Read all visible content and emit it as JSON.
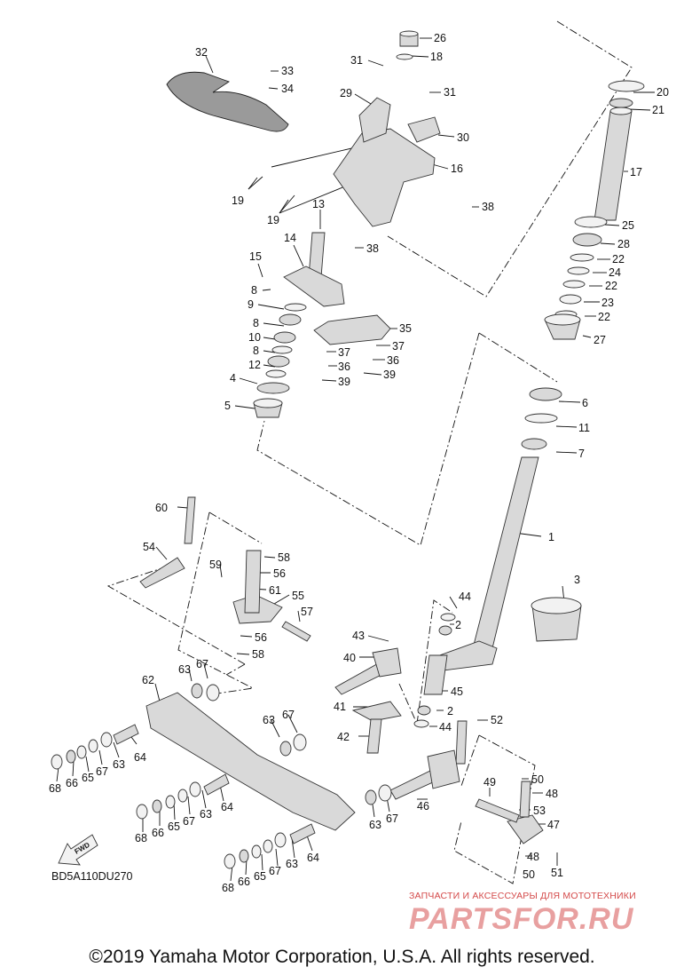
{
  "diagram_code": "BD5A110DU270",
  "fwd_label": "FWD",
  "watermark": {
    "tagline": "ЗАПЧАСТИ И АКСЕССУАРЫ ДЛЯ МОТОТЕХНИКИ",
    "brand": "PARTSFOR.RU"
  },
  "copyright": "©2019 Yamaha Motor Corporation, U.S.A. All rights reserved.",
  "callouts": [
    {
      "id": "c26",
      "text": "26"
    },
    {
      "id": "c18",
      "text": "18"
    },
    {
      "id": "c31a",
      "text": "31"
    },
    {
      "id": "c32",
      "text": "32"
    },
    {
      "id": "c33",
      "text": "33"
    },
    {
      "id": "c34",
      "text": "34"
    },
    {
      "id": "c29",
      "text": "29"
    },
    {
      "id": "c31b",
      "text": "31"
    },
    {
      "id": "c20",
      "text": "20"
    },
    {
      "id": "c21",
      "text": "21"
    },
    {
      "id": "c30",
      "text": "30"
    },
    {
      "id": "c16",
      "text": "16"
    },
    {
      "id": "c17",
      "text": "17"
    },
    {
      "id": "c19a",
      "text": "19"
    },
    {
      "id": "c19b",
      "text": "19"
    },
    {
      "id": "c38a",
      "text": "38"
    },
    {
      "id": "c13",
      "text": "13"
    },
    {
      "id": "c25",
      "text": "25"
    },
    {
      "id": "c28",
      "text": "28"
    },
    {
      "id": "c14",
      "text": "14"
    },
    {
      "id": "c38b",
      "text": "38"
    },
    {
      "id": "c22a",
      "text": "22"
    },
    {
      "id": "c24",
      "text": "24"
    },
    {
      "id": "c15",
      "text": "15"
    },
    {
      "id": "c22b",
      "text": "22"
    },
    {
      "id": "c8a",
      "text": "8"
    },
    {
      "id": "c23",
      "text": "23"
    },
    {
      "id": "c9",
      "text": "9"
    },
    {
      "id": "c22c",
      "text": "22"
    },
    {
      "id": "c8b",
      "text": "8"
    },
    {
      "id": "c35",
      "text": "35"
    },
    {
      "id": "c27",
      "text": "27"
    },
    {
      "id": "c10",
      "text": "10"
    },
    {
      "id": "c37a",
      "text": "37"
    },
    {
      "id": "c8c",
      "text": "8"
    },
    {
      "id": "c37b",
      "text": "37"
    },
    {
      "id": "c36a",
      "text": "36"
    },
    {
      "id": "c36b",
      "text": "36"
    },
    {
      "id": "c12",
      "text": "12"
    },
    {
      "id": "c39a",
      "text": "39"
    },
    {
      "id": "c39b",
      "text": "39"
    },
    {
      "id": "c4",
      "text": "4"
    },
    {
      "id": "c6",
      "text": "6"
    },
    {
      "id": "c5",
      "text": "5"
    },
    {
      "id": "c11",
      "text": "11"
    },
    {
      "id": "c7",
      "text": "7"
    },
    {
      "id": "c60",
      "text": "60"
    },
    {
      "id": "c1",
      "text": "1"
    },
    {
      "id": "c54",
      "text": "54"
    },
    {
      "id": "c58a",
      "text": "58"
    },
    {
      "id": "c56a",
      "text": "56"
    },
    {
      "id": "c59",
      "text": "59"
    },
    {
      "id": "c61",
      "text": "61"
    },
    {
      "id": "c3",
      "text": "3"
    },
    {
      "id": "c55",
      "text": "55"
    },
    {
      "id": "c44a",
      "text": "44"
    },
    {
      "id": "c57",
      "text": "57"
    },
    {
      "id": "c2a",
      "text": "2"
    },
    {
      "id": "c56b",
      "text": "56"
    },
    {
      "id": "c43",
      "text": "43"
    },
    {
      "id": "c58b",
      "text": "58"
    },
    {
      "id": "c40",
      "text": "40"
    },
    {
      "id": "c63a",
      "text": "63"
    },
    {
      "id": "c67a",
      "text": "67"
    },
    {
      "id": "c62",
      "text": "62"
    },
    {
      "id": "c45",
      "text": "45"
    },
    {
      "id": "c41",
      "text": "41"
    },
    {
      "id": "c2b",
      "text": "2"
    },
    {
      "id": "c52",
      "text": "52"
    },
    {
      "id": "c63b",
      "text": "63"
    },
    {
      "id": "c67b",
      "text": "67"
    },
    {
      "id": "c44b",
      "text": "44"
    },
    {
      "id": "c42",
      "text": "42"
    },
    {
      "id": "c64a",
      "text": "64"
    },
    {
      "id": "c63c",
      "text": "63"
    },
    {
      "id": "c67c",
      "text": "67"
    },
    {
      "id": "c65a",
      "text": "65"
    },
    {
      "id": "c66a",
      "text": "66"
    },
    {
      "id": "c68a",
      "text": "68"
    },
    {
      "id": "c50a",
      "text": "50"
    },
    {
      "id": "c48a",
      "text": "48"
    },
    {
      "id": "c49",
      "text": "49"
    },
    {
      "id": "c46",
      "text": "46"
    },
    {
      "id": "c53",
      "text": "53"
    },
    {
      "id": "c64b",
      "text": "64"
    },
    {
      "id": "c63d",
      "text": "63"
    },
    {
      "id": "c67d",
      "text": "67"
    },
    {
      "id": "c65b",
      "text": "65"
    },
    {
      "id": "c66b",
      "text": "66"
    },
    {
      "id": "c68b",
      "text": "68"
    },
    {
      "id": "c63e",
      "text": "63"
    },
    {
      "id": "c67e",
      "text": "67"
    },
    {
      "id": "c47",
      "text": "47"
    },
    {
      "id": "c64c",
      "text": "64"
    },
    {
      "id": "c63f",
      "text": "63"
    },
    {
      "id": "c67f",
      "text": "67"
    },
    {
      "id": "c48b",
      "text": "48"
    },
    {
      "id": "c51",
      "text": "51"
    },
    {
      "id": "c65c",
      "text": "65"
    },
    {
      "id": "c50b",
      "text": "50"
    },
    {
      "id": "c66c",
      "text": "66"
    },
    {
      "id": "c68c",
      "text": "68"
    }
  ]
}
